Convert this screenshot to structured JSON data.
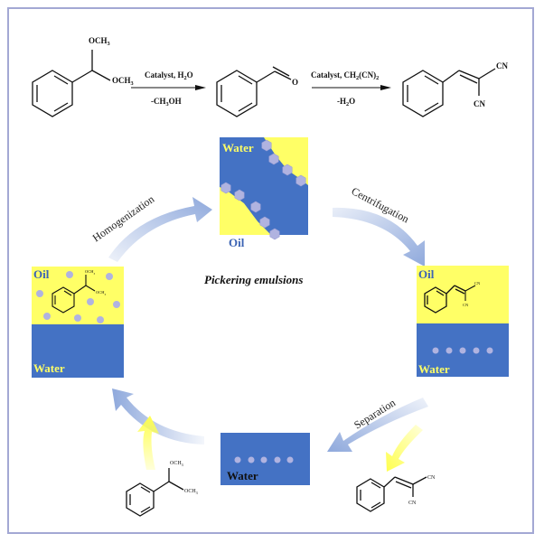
{
  "colors": {
    "frame": "#a3a8d4",
    "water": "#4472c4",
    "oil": "#ffff66",
    "particle": "#b0b3e0",
    "cycle_arrow": "#8fa9dc",
    "feed_arrow": "#ffff4d",
    "oil_label": "#3c64b4",
    "water_label": "#ffff66"
  },
  "reaction": {
    "reactant": {
      "name": "benzaldehyde-dimethyl-acetal",
      "group_top": "OCH3",
      "group_right": "OCH3"
    },
    "step1": {
      "above": "Catalyst, H2O",
      "below": "-CH3OH"
    },
    "intermediate": {
      "name": "benzaldehyde",
      "atom": "O"
    },
    "step2": {
      "above": "Catalyst, CH2(CN)2",
      "below": "-H2O"
    },
    "product": {
      "name": "benzylidenemalononitrile",
      "group_top": "CN",
      "group_bottom": "CN"
    }
  },
  "cycle": {
    "center_label": "Pickering emulsions",
    "steps": {
      "homogenization": "Homogenization",
      "centrifugation": "Centrifugation",
      "separation": "Separation"
    },
    "emulsion_box": {
      "water_label": "Water",
      "oil_label": "Oil"
    },
    "left_box": {
      "oil_label": "Oil",
      "water_label": "Water",
      "small_group_top": "OCH3",
      "small_group_right": "OCH3"
    },
    "right_box": {
      "oil_label": "Oil",
      "water_label": "Water",
      "small_cn_top": "CN",
      "small_cn_bottom": "CN"
    },
    "bottom_box": {
      "water_label": "Water"
    },
    "bottom_left_molecule": {
      "group_top": "OCH3",
      "group_right": "OCH3"
    },
    "bottom_right_molecule": {
      "cn_top": "CN",
      "cn_bottom": "CN"
    }
  }
}
